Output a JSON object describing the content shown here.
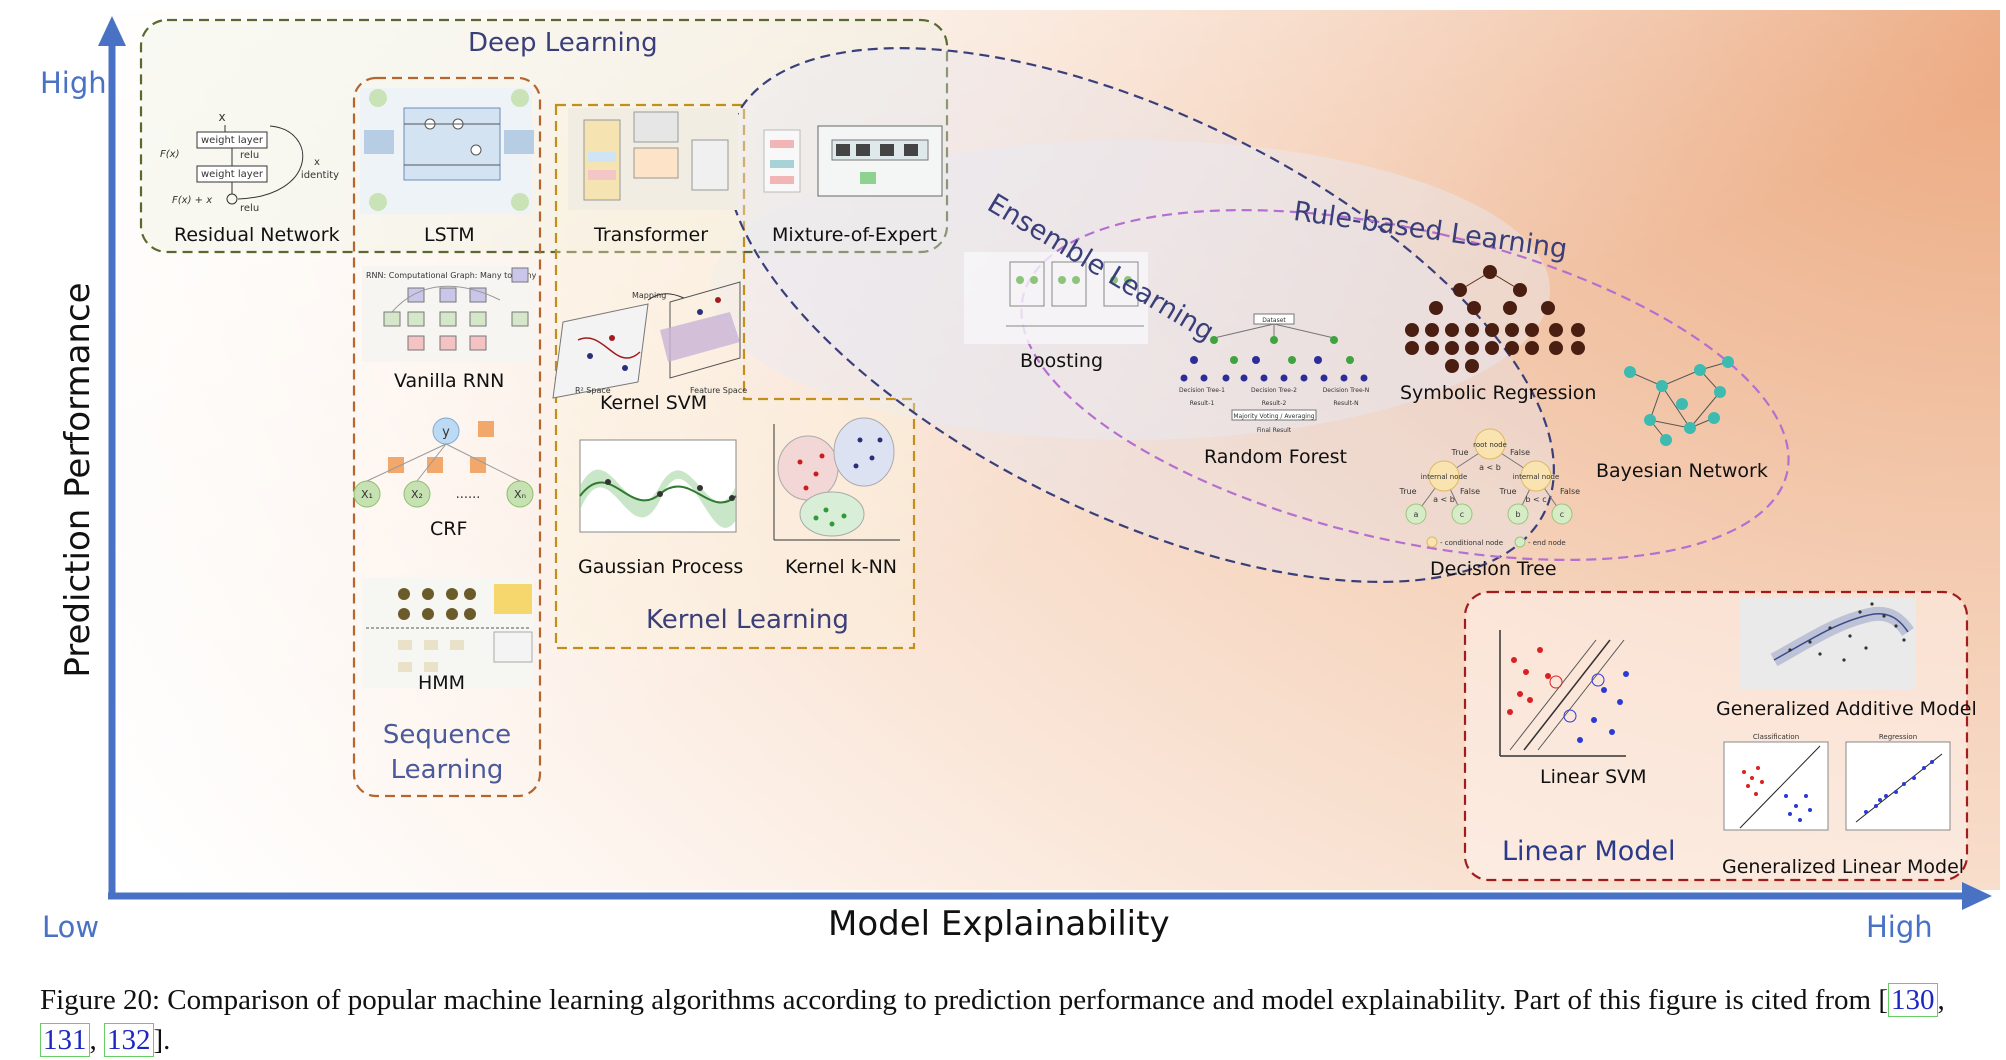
{
  "axes": {
    "y_label": "Prediction Performance",
    "x_label": "Model Explainability",
    "y_high": "High",
    "x_low": "Low",
    "x_high": "High"
  },
  "groups": {
    "deep": "Deep Learning",
    "sequence_line1": "Sequence",
    "sequence_line2": "Learning",
    "kernel": "Kernel Learning",
    "ensemble": "Ensemble Learning",
    "rule": "Rule-based Learning",
    "linear": "Linear Model"
  },
  "methods": {
    "residual": "Residual Network",
    "lstm": "LSTM",
    "transformer": "Transformer",
    "moe": "Mixture-of-Expert",
    "vanilla_rnn": "Vanilla RNN",
    "crf": "CRF",
    "hmm": "HMM",
    "kernel_svm": "Kernel SVM",
    "gaussian_process": "Gaussian Process",
    "kernel_knn": "Kernel k-NN",
    "boosting": "Boosting",
    "random_forest": "Random Forest",
    "symbolic_regression": "Symbolic Regression",
    "bayesian_network": "Bayesian Network",
    "decision_tree": "Decision Tree",
    "linear_svm": "Linear SVM",
    "gam": "Generalized Additive Model",
    "glm": "Generalized Linear Model"
  },
  "thumbnails": {
    "residual": {
      "x": "x",
      "weight_layer": "weight layer",
      "relu": "relu",
      "fx": "F(x)",
      "fx_plus_x": "F(x) + x",
      "identity_x": "x",
      "identity": "identity"
    },
    "rnn": {
      "title": "RNN: Computational Graph: Many to Many"
    },
    "crf": {
      "y": "y",
      "x1": "X₁",
      "x2": "X₂",
      "dots": "......",
      "xn": "Xₙ"
    },
    "kernel_svm": {
      "mapping": "Mapping",
      "input_space": "R² Space",
      "feature_space": "Feature Space"
    },
    "decision_tree": {
      "root": "root node",
      "internal": "internal node",
      "true": "True",
      "false": "False",
      "cond_a": "a < b",
      "cond_b": "b < c",
      "a": "a",
      "b": "b",
      "c": "c",
      "conditional_legend": "- conditional node",
      "end_legend": "- end node"
    },
    "random_forest": {
      "dataset": "Dataset",
      "tree1": "Decision Tree-1",
      "tree2": "Decision Tree-2",
      "treen": "Decision Tree-N",
      "result1": "Result-1",
      "result2": "Result-2",
      "resultn": "Result-N",
      "voting": "Majority Voting / Averaging",
      "final": "Final Result"
    },
    "glm": {
      "classification": "Classification",
      "regression": "Regression"
    }
  },
  "caption": {
    "text": "Figure 20: Comparison of popular machine learning algorithms according to prediction performance and model explainability. Part of this figure is cited from",
    "open": "[",
    "sep": ", ",
    "refs": [
      "130",
      "131",
      "132"
    ],
    "close": "]."
  },
  "colors": {
    "axis": "#4a72c4",
    "deep": "#5a6a2e",
    "sequence": "#b5652f",
    "kernel": "#c28f1c",
    "ensemble": "#3a3f7a",
    "rule": "#b56fd0",
    "linear": "#a11d1d",
    "gradient_peach": "#eeaa80"
  }
}
